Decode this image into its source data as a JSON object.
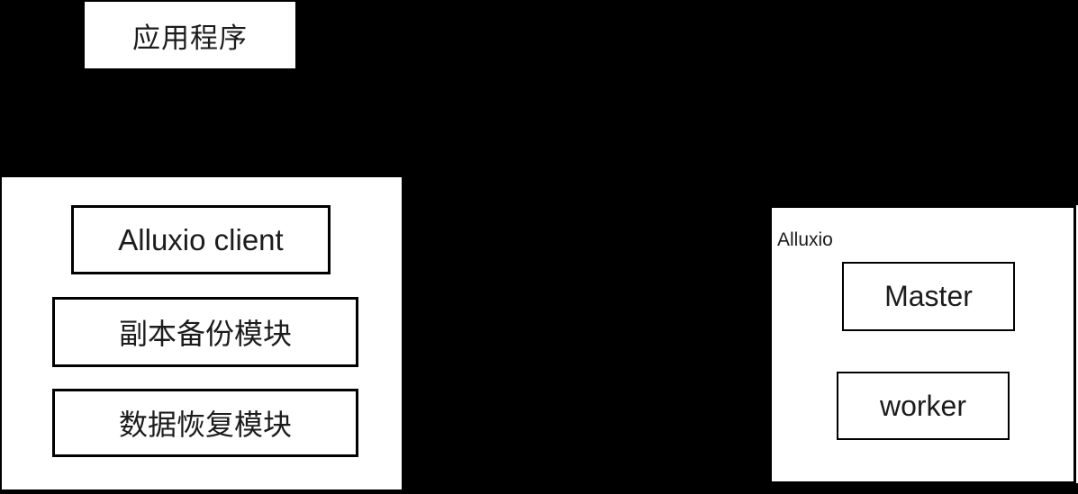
{
  "colors": {
    "background": "#000000",
    "box_fill": "#ffffff",
    "box_border": "#000000",
    "text": "#1c1c1c"
  },
  "diagram": {
    "application_box": {
      "label": "应用程序"
    },
    "client_group": {
      "alluxio_client": {
        "label": "Alluxio client"
      },
      "replica_backup": {
        "label": "副本备份模块"
      },
      "data_recovery": {
        "label": "数据恢复模块"
      }
    },
    "alluxio_cluster": {
      "label": "Alluxio",
      "master": {
        "label": "Master"
      },
      "worker": {
        "label": "worker"
      }
    }
  }
}
